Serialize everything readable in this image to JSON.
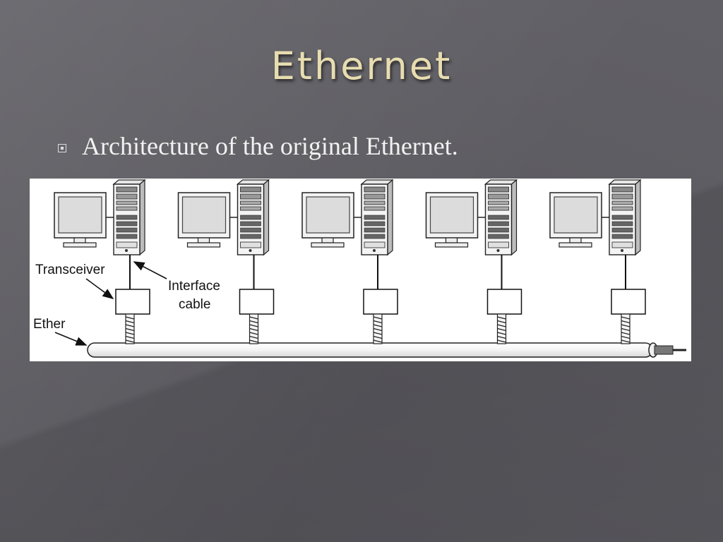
{
  "slide": {
    "title": "Ethernet",
    "bullet": "Architecture of the original Ethernet."
  },
  "diagram": {
    "labels": {
      "transceiver": "Transceiver",
      "interface_line1": "Interface",
      "interface_line2": "cable",
      "ether": "Ether"
    },
    "station_count": 5
  },
  "colors": {
    "title": "#e8ddb0",
    "text": "#f2f2f2",
    "background": "#5c5b61"
  }
}
